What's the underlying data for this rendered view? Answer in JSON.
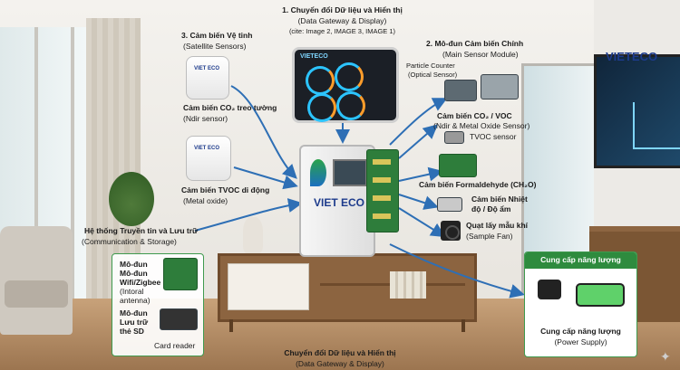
{
  "top_gateway": {
    "title": "1. Chuyển đổi Dữ liệu và Hiển thị",
    "subtitle": "(Data Gateway & Display)",
    "cite": "(cite: Image 2, IMAGE 3, IMAGE 1)"
  },
  "satellite": {
    "title": "3. Cảm biến Vệ tinh",
    "subtitle": "(Satellite Sensors)",
    "co2_label": "Cảm biến CO₂ treo tường",
    "co2_sub": "(Ndir sensor)",
    "tvoc_label": "Cảm biến TVOC di động",
    "tvoc_sub": "(Metal oxide)"
  },
  "main_module": {
    "title": "2. Mô-đun Cảm biến Chính",
    "subtitle": "(Main Sensor Module)",
    "particle": "Particle Counter",
    "particle_sub": "(Optical Sensor)",
    "co2_voc": "Cảm biến CO₂ / VOC",
    "co2_voc_sub": "(Ndir & Metal Oxide Sensor)",
    "tvoc": "TVOC sensor",
    "formaldehyde": "Cảm biến Formaldehyde (CH₂O)",
    "temp1": "Cảm biến Nhiệt",
    "temp2": "độ / Độ ẩm",
    "fan": "Quạt lấy mẫu khí",
    "fan_sub": "(Sample Fan)"
  },
  "communication": {
    "title": "Hệ thống Truyền tin và Lưu trữ",
    "subtitle": "(Communication & Storage)",
    "mod1_a": "Mô-đun",
    "mod1_b": "Mô-đun",
    "mod1_c": "Wifi/Zigbee",
    "mod1_d": "(Intoral",
    "mod1_e": "antenna)",
    "mod2_a": "Mô-đun",
    "mod2_b": "Lưu trữ",
    "mod2_c": "thẻ SD",
    "card_reader": "Card reader"
  },
  "power": {
    "header": "Cung cấp năng lượng",
    "label": "Cung cấp năng lượng",
    "sub": "(Power Supply)"
  },
  "bottom": {
    "title": "Chuyển đổi Dữ liệu và Hiển thị",
    "subtitle": "(Data Gateway & Display)"
  },
  "brand": {
    "name": "VIETECO",
    "device_name": "VIET ECO",
    "gateway_logo": "VIETECO",
    "sensor_logo": "VIET ECO"
  },
  "colors": {
    "arrow": "#2e6fb5",
    "accent_green": "#2e8b3e",
    "brand_blue": "#1d3b8c"
  }
}
